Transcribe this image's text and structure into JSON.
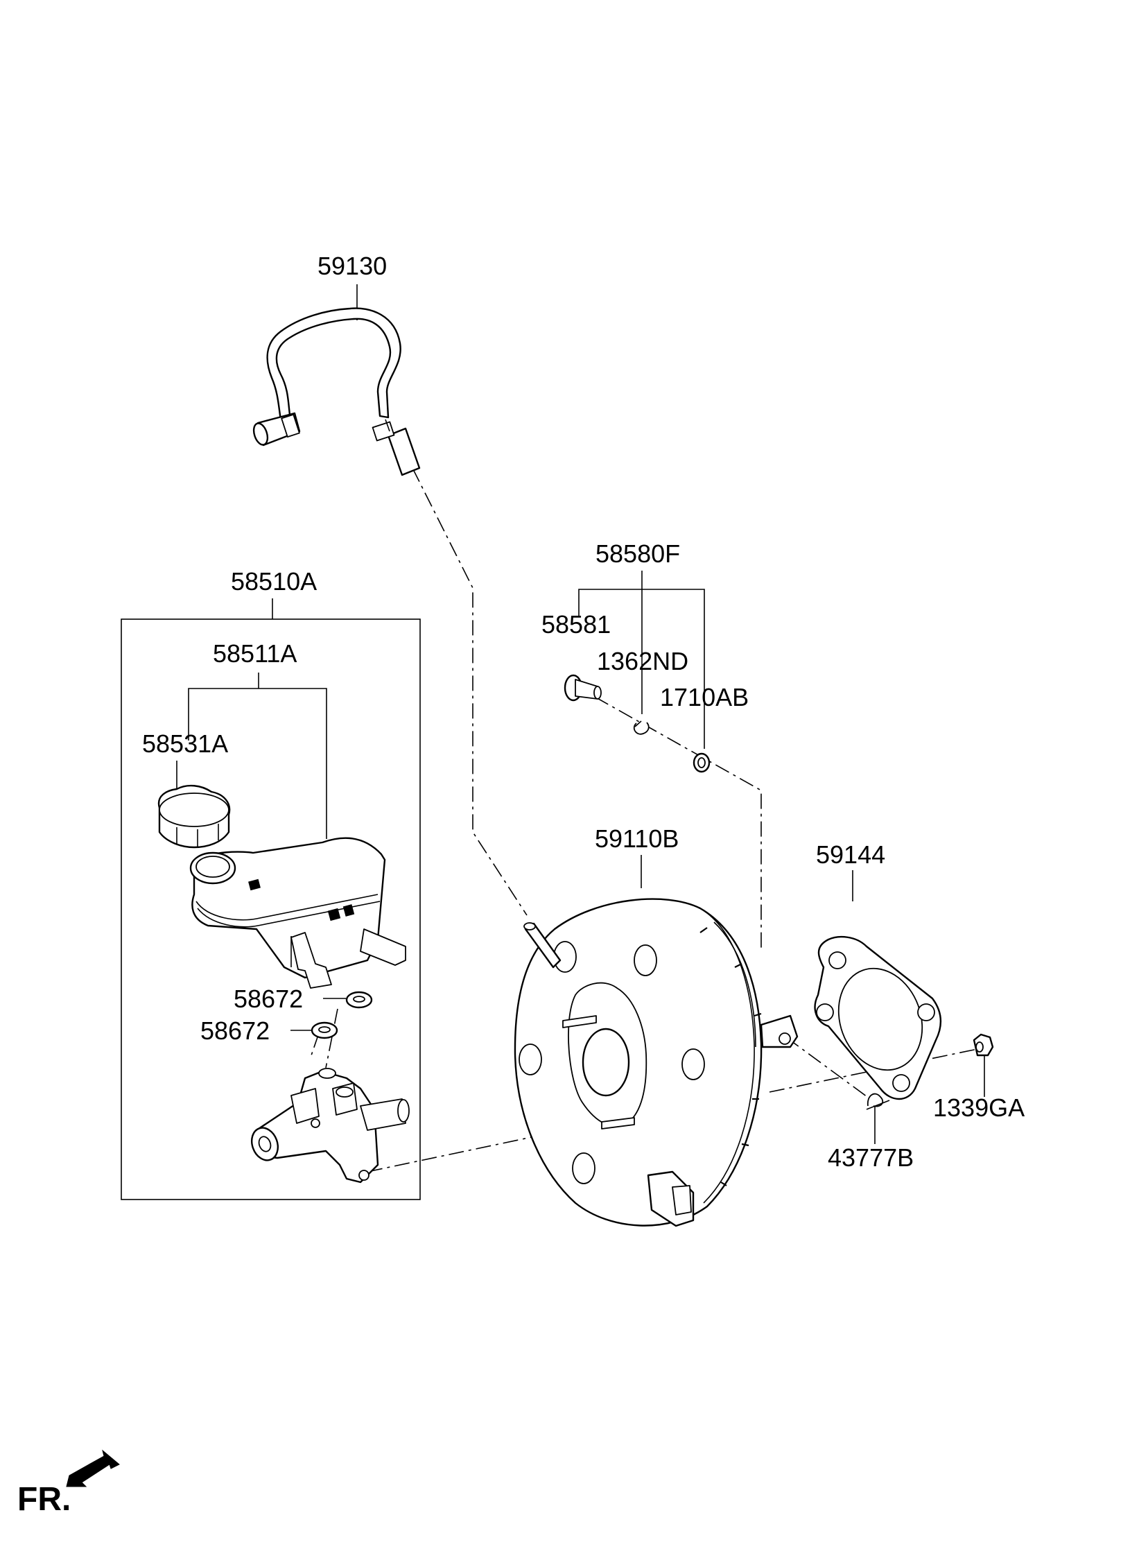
{
  "callouts": {
    "p59130": "59130",
    "p58510A": "58510A",
    "p58511A": "58511A",
    "p58531A": "58531A",
    "p58672a": "58672",
    "p58672b": "58672",
    "p58580F": "58580F",
    "p58581": "58581",
    "p1362ND": "1362ND",
    "p1710AB": "1710AB",
    "p59110B": "59110B",
    "p59144": "59144",
    "p1339GA": "1339GA",
    "p43777B": "43777B"
  },
  "orientation": {
    "label": "FR.",
    "icon": "front-direction-arrow-icon"
  }
}
